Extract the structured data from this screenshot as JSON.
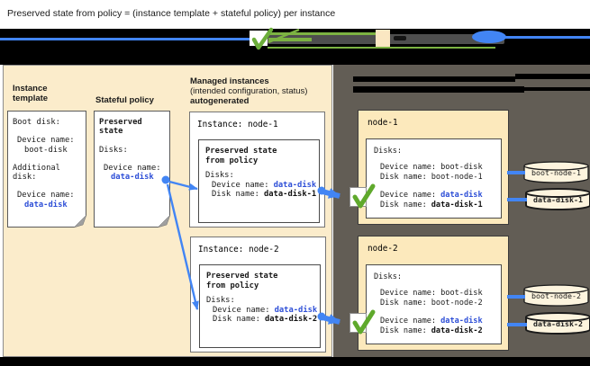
{
  "title": "Preserved state from policy = (instance template + stateful policy) per instance",
  "colors": {
    "accent_blue": "#4285F4",
    "text_blue": "#2E4FD7",
    "check_green": "#5FA92C",
    "minimap_green": "#7CB342",
    "panel_beige": "#FBECCB",
    "node_beige": "#FCE9BC",
    "cylinder_cream": "#FDF4DE",
    "dark_panel": "#625D55"
  },
  "left_panel": {
    "template_heading_line1": "Instance",
    "template_heading_line2": "template",
    "template_doc": {
      "boot_heading": "Boot disk:",
      "boot_device_label": "Device name:",
      "boot_device_value": "boot-disk",
      "additional_line1": "Additional",
      "additional_line2": "disk:",
      "data_device_label": "Device name:",
      "data_device_value": "data-disk"
    },
    "policy_heading": "Stateful policy",
    "policy_doc": {
      "title_line1": "Preserved",
      "title_line2": "state",
      "disks_label": "Disks:",
      "device_label": "Device name:",
      "device_value": "data-disk"
    },
    "managed_heading_line1": "Managed instances",
    "managed_heading_line2": "(intended configuration, status)",
    "managed_heading_line3": "autogenerated",
    "instances": [
      {
        "title": "Instance: node-1",
        "preserved_line1": "Preserved state",
        "preserved_line2": "from policy",
        "disks_label": "Disks:",
        "device_label": "Device name:",
        "device_value": "data-disk",
        "disk_label": "Disk name:",
        "disk_value": "data-disk-1"
      },
      {
        "title": "Instance: node-2",
        "preserved_line1": "Preserved state",
        "preserved_line2": "from policy",
        "disks_label": "Disks:",
        "device_label": "Device name:",
        "device_value": "data-disk",
        "disk_label": "Disk name:",
        "disk_value": "data-disk-2"
      }
    ]
  },
  "right_panel": {
    "nodes": [
      {
        "title": "node-1",
        "disks_label": "Disks:",
        "boot_device_label": "Device name:",
        "boot_device_value": "boot-disk",
        "boot_disk_label": "Disk name:",
        "boot_disk_value": "boot-node-1",
        "data_device_label": "Device name:",
        "data_device_value": "data-disk",
        "data_disk_label": "Disk name:",
        "data_disk_value": "data-disk-1",
        "boot_cylinder_label": "boot-node-1",
        "data_cylinder_label": "data-disk-1"
      },
      {
        "title": "node-2",
        "disks_label": "Disks:",
        "boot_device_label": "Device name:",
        "boot_device_value": "boot-disk",
        "boot_disk_label": "Disk name:",
        "boot_disk_value": "boot-node-2",
        "data_device_label": "Device name:",
        "data_device_value": "data-disk",
        "data_disk_label": "Disk name:",
        "data_disk_value": "data-disk-2",
        "boot_cylinder_label": "boot-node-2",
        "data_cylinder_label": "data-disk-2"
      }
    ]
  }
}
